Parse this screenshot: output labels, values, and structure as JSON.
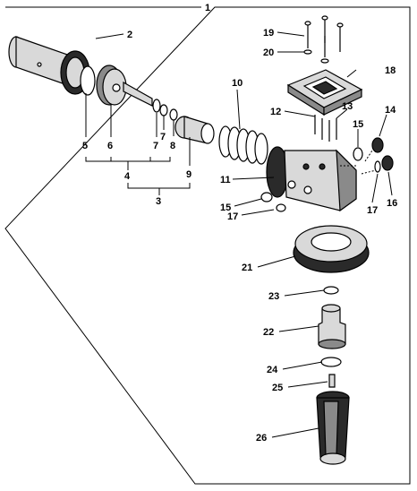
{
  "callouts": {
    "c1": "1",
    "c2": "2",
    "c3": "3",
    "c4": "4",
    "c5": "5",
    "c6": "6",
    "c7a": "7",
    "c7b": "7",
    "c8": "8",
    "c9": "9",
    "c10": "10",
    "c11": "11",
    "c12": "12",
    "c13": "13",
    "c14": "14",
    "c15a": "15",
    "c15b": "15",
    "c16": "16",
    "c17a": "17",
    "c17b": "17",
    "c18": "18",
    "c19": "19",
    "c20": "20",
    "c21": "21",
    "c22": "22",
    "c23": "23",
    "c24": "24",
    "c25": "25",
    "c26": "26"
  }
}
